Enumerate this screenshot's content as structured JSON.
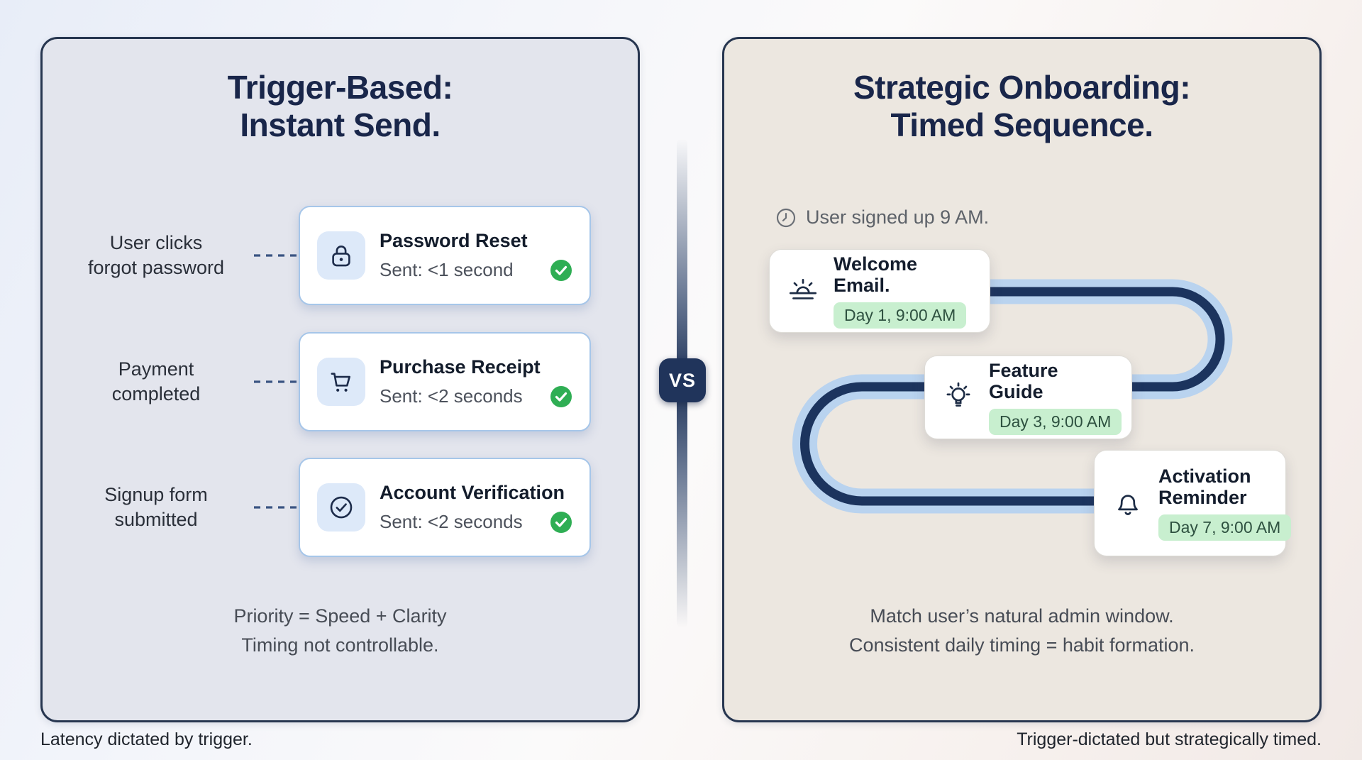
{
  "left_panel": {
    "title_line1": "Trigger-Based:",
    "title_line2": "Instant Send.",
    "rows": [
      {
        "trigger_line1": "User clicks",
        "trigger_line2": "forgot password",
        "icon": "lock-icon",
        "card_title": "Password Reset",
        "status": "Sent: <1 second"
      },
      {
        "trigger_line1": "Payment",
        "trigger_line2": "completed",
        "icon": "cart-icon",
        "card_title": "Purchase Receipt",
        "status": "Sent: <2 seconds"
      },
      {
        "trigger_line1": "Signup form",
        "trigger_line2": "submitted",
        "icon": "check-circle-icon",
        "card_title": "Account Verification",
        "status": "Sent: <2 seconds"
      }
    ],
    "summary_line1": "Priority = Speed + Clarity",
    "summary_line2": "Timing not controllable.",
    "footer": "Latency dictated by trigger."
  },
  "divider": {
    "label": "VS"
  },
  "right_panel": {
    "title_line1": "Strategic Onboarding:",
    "title_line2": "Timed Sequence.",
    "signup_note": "User signed up 9 AM.",
    "steps": [
      {
        "icon": "sunrise-icon",
        "title": "Welcome Email.",
        "badge": "Day 1, 9:00 AM"
      },
      {
        "icon": "lightbulb-icon",
        "title": "Feature Guide",
        "badge": "Day 3, 9:00 AM"
      },
      {
        "icon": "bell-icon",
        "title": "Activation Reminder",
        "badge": "Day 7, 9:00 AM"
      }
    ],
    "summary_line1": "Match user’s natural admin window.",
    "summary_line2": "Consistent daily timing = habit formation.",
    "footer": "Trigger-dictated but strategically timed."
  },
  "colors": {
    "navy_title": "#19264a",
    "panel_border": "#273650",
    "left_panel_bg": "#e3e5ed",
    "right_panel_bg": "#ece7e0",
    "card_border_blue": "#a6c6e9",
    "icon_badge_bg": "#dde9f9",
    "success_green": "#2fae54",
    "pill_bg": "#c8efcf",
    "path_light_blue": "#b9d3ef",
    "path_dark_navy": "#1c345e",
    "vs_badge_bg": "#20345b"
  }
}
